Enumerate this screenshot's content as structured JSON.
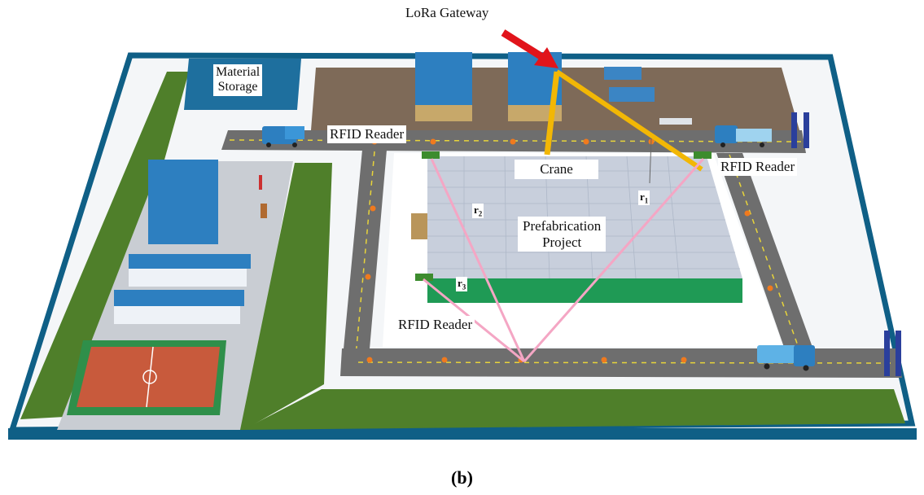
{
  "labels": {
    "lora_gateway": "LoRa Gateway",
    "material_storage_line1": "Material",
    "material_storage_line2": "Storage",
    "rfid_reader_top": "RFID Reader",
    "rfid_reader_right": "RFID Reader",
    "rfid_reader_bottom": "RFID Reader",
    "crane": "Crane",
    "prefab_line1": "Prefabrication",
    "prefab_line2": "Project",
    "r1": "r",
    "r1_sub": "1",
    "r2": "r",
    "r2_sub": "2",
    "r3": "r",
    "r3_sub": "3"
  },
  "caption": "(b)",
  "colors": {
    "wall": "#0f5f86",
    "road": "#6e6e6e",
    "road_dash": "#e8d43a",
    "grass": "#4f7f2a",
    "pavement": "#c9cdd3",
    "dirt": "#7e6a58",
    "building_blue": "#2d7fc0",
    "prefab_floor": "#c8cfdc",
    "prefab_side": "#1f9a55",
    "crane_yellow": "#f2b705",
    "range_line": "#f4a6c4",
    "arrow_red": "#e1141b",
    "court": "#c85a3c",
    "court_border": "#2f8f4a",
    "reader_green": "#3d8c2e",
    "marker_orange": "#f07a1e"
  }
}
